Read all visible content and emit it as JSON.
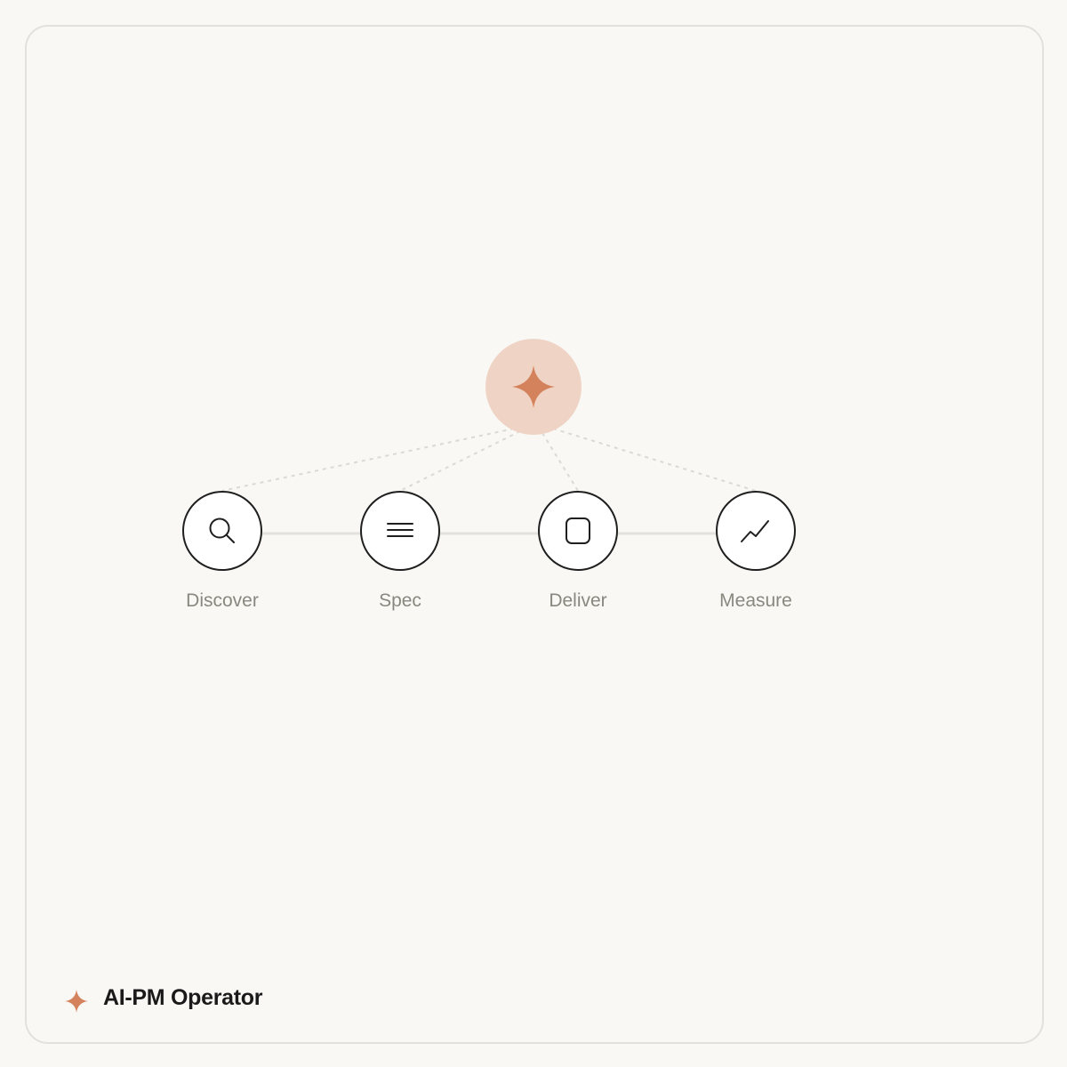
{
  "colors": {
    "accent": "#d4825c",
    "hub_fill": "#efd4c6",
    "node_stroke": "#1f1f1f",
    "label": "#8a877f",
    "track": "#e4e2dc",
    "connector": "#dcd9d2"
  },
  "hub": {
    "icon": "sparkle-icon"
  },
  "steps": [
    {
      "label": "Discover",
      "icon": "search-icon"
    },
    {
      "label": "Spec",
      "icon": "menu-lines-icon"
    },
    {
      "label": "Deliver",
      "icon": "rounded-square-icon"
    },
    {
      "label": "Measure",
      "icon": "trend-line-icon"
    }
  ],
  "brand": {
    "icon": "sparkle-icon",
    "name": "AI-PM Operator"
  }
}
